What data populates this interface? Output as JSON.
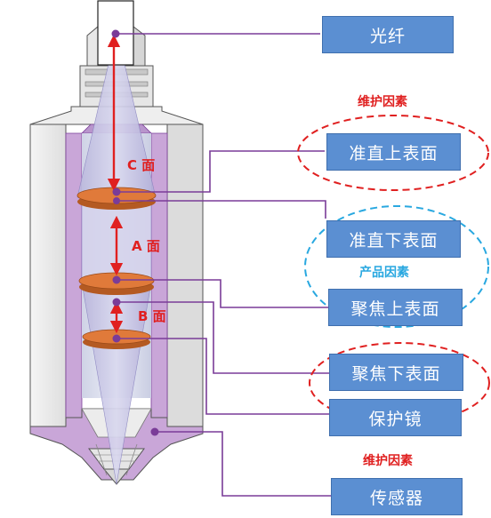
{
  "labels": {
    "fiber": "光纤",
    "collimator_upper": "准直上表面",
    "collimator_lower": "准直下表面",
    "focus_upper": "聚焦上表面",
    "focus_lower": "聚焦下表面",
    "protective_lens": "保护镜",
    "sensor": "传感器"
  },
  "factors": {
    "maintenance_top": "维护因素",
    "product": "产品因素",
    "maintenance_bottom": "维护因素"
  },
  "faces": {
    "c": "C 面",
    "a": "A 面",
    "b": "B 面"
  },
  "colors": {
    "box_fill": "#5b8fd2",
    "leader_line": "#7a3c98",
    "arrow_red": "#e02020",
    "maintenance_ellipse": "#e02020",
    "product_ellipse": "#29a8e0",
    "lens_orange": "#e07a3a",
    "housing_purple": "#c9a6d8"
  }
}
